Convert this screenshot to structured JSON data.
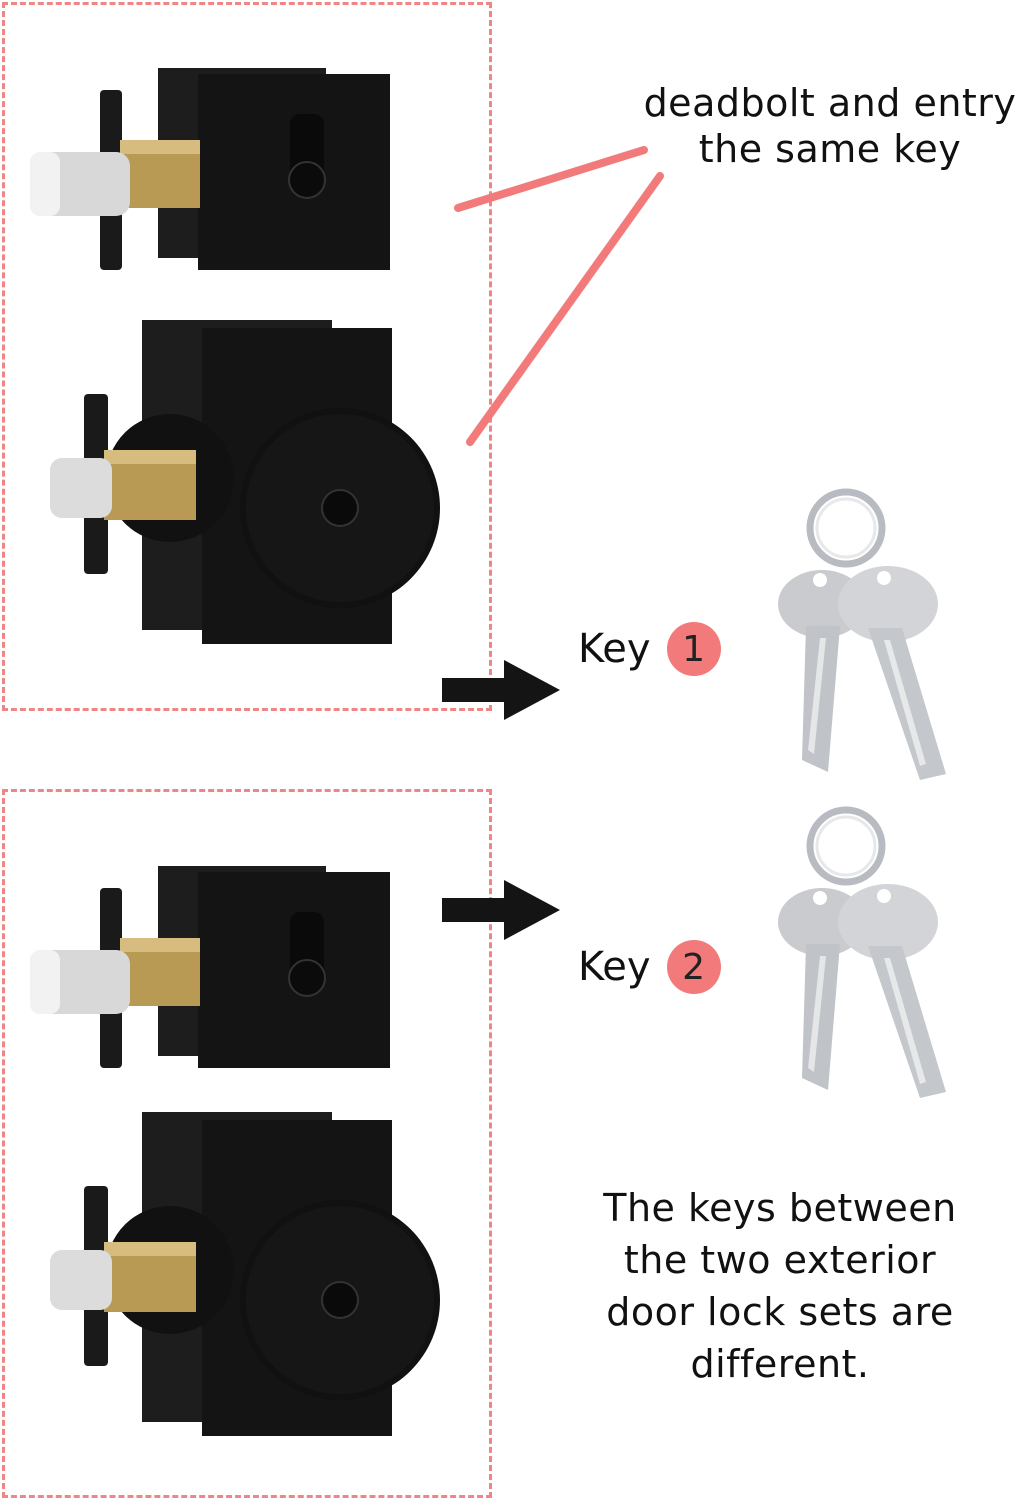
{
  "annotation": {
    "line1": "deadbolt and entry",
    "line2": "the same key"
  },
  "keys": [
    {
      "label": "Key",
      "number": "1"
    },
    {
      "label": "Key",
      "number": "2"
    }
  ],
  "footer": {
    "line1": "The keys between",
    "line2": "the two exterior",
    "line3": "door lock sets are",
    "line4": "different."
  },
  "colors": {
    "accent": "#f08585",
    "badge": "#f37a7a",
    "hardware": "#141414",
    "brass": "#b99a55",
    "chrome": "#d9d9d9",
    "key_silver": "#c9cbce"
  }
}
